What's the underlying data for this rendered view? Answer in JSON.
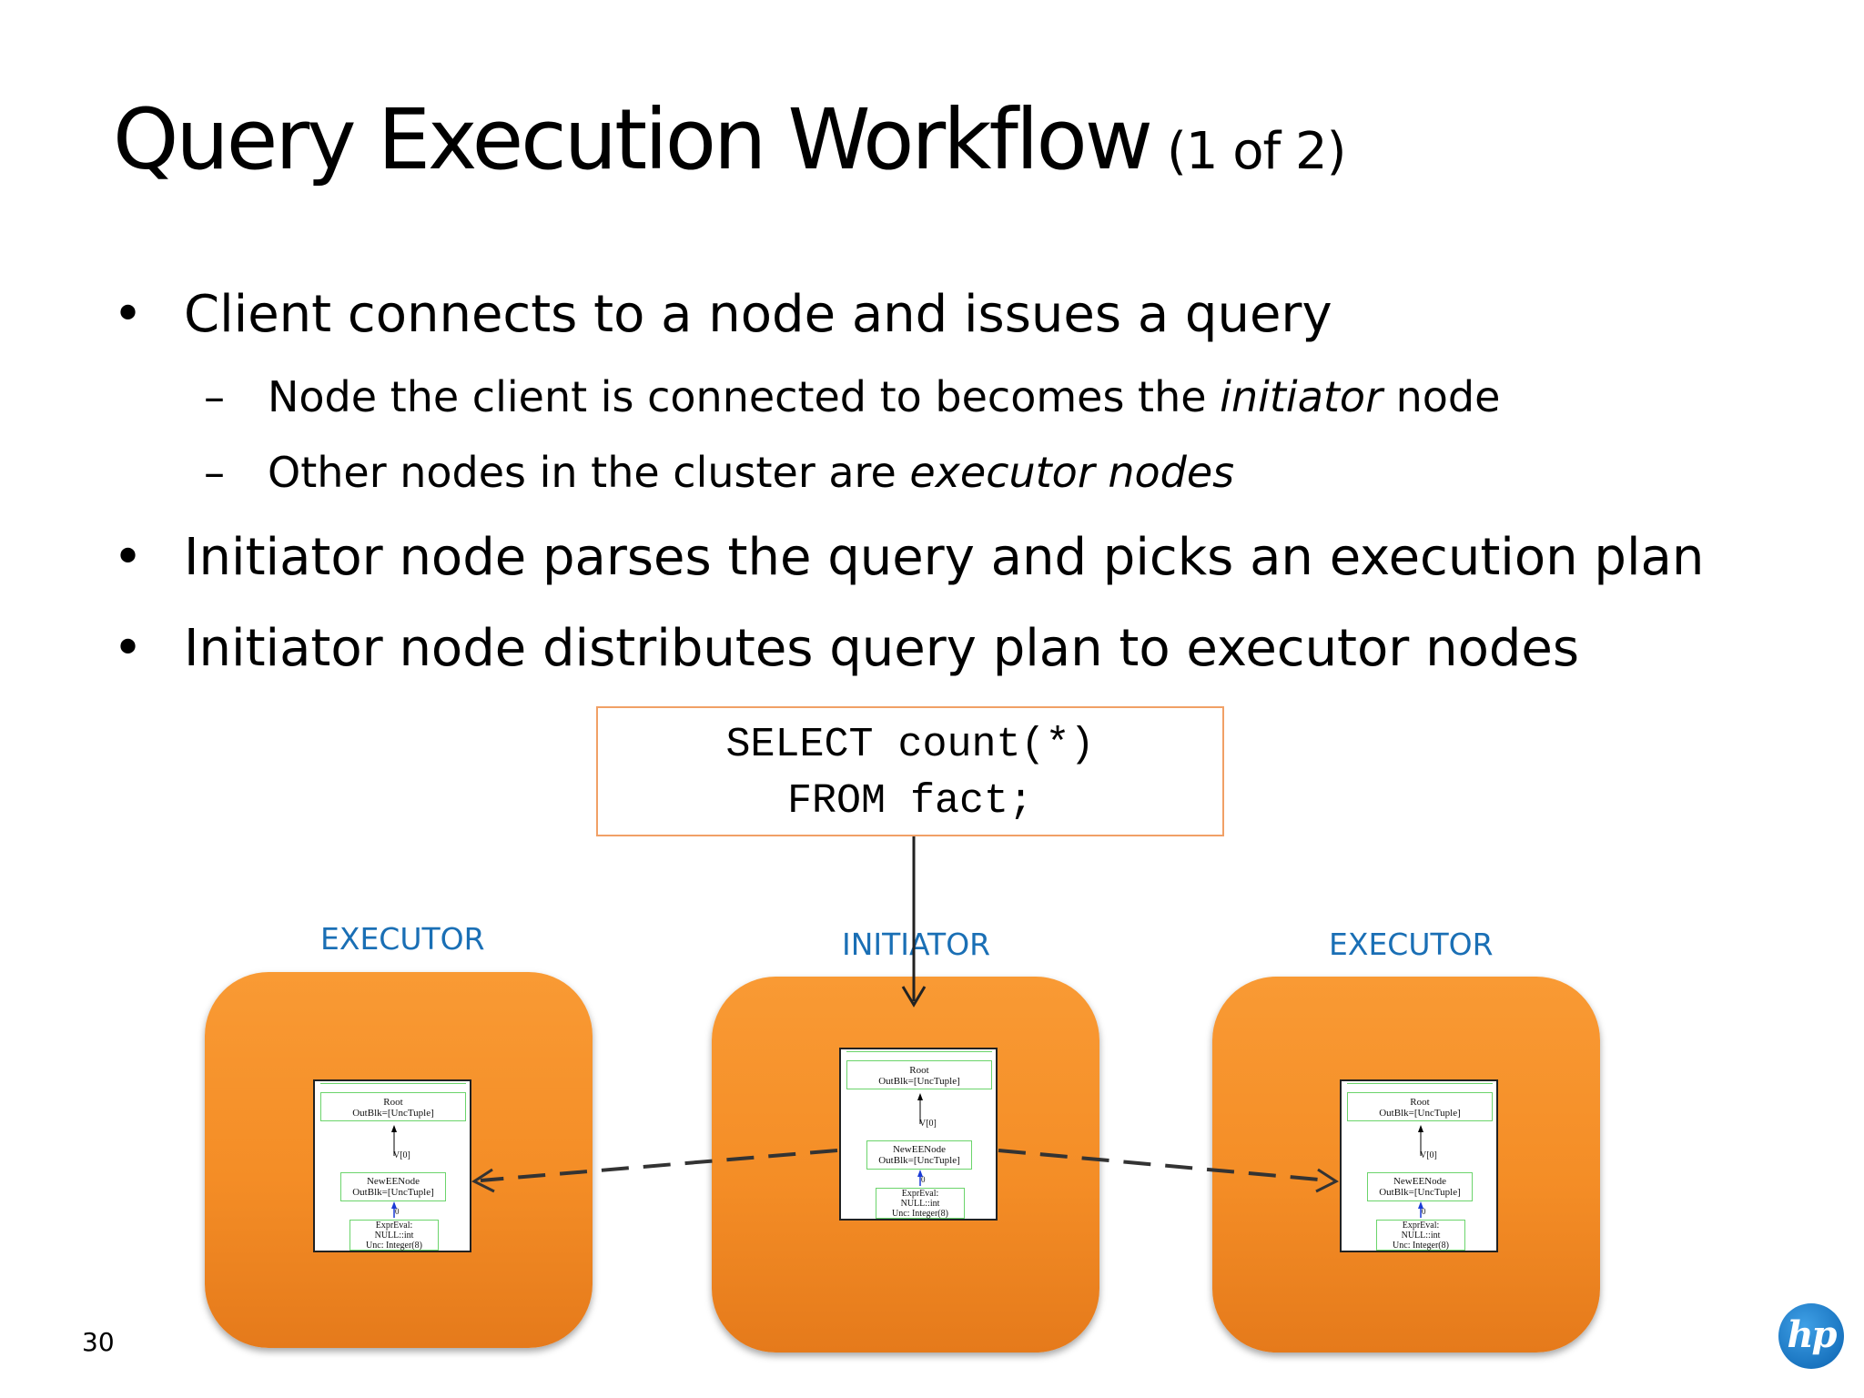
{
  "slide": {
    "title": "Query Execution Workflow",
    "title_suffix": "(1 of 2)",
    "page_number": "30"
  },
  "bullets": [
    {
      "level": 1,
      "mark": "•",
      "text": "Client connects to a node and issues a query"
    },
    {
      "level": 2,
      "mark": "–",
      "text_before": "Node the client is connected to becomes the ",
      "emphasis": "initiator",
      "text_after": " node"
    },
    {
      "level": 2,
      "mark": "–",
      "text_before": "Other nodes in the cluster are ",
      "emphasis": "executor nodes",
      "text_after": ""
    },
    {
      "level": 1,
      "mark": "•",
      "text": "Initiator node parses the query and picks an execution plan"
    },
    {
      "level": 1,
      "mark": "•",
      "text": "Initiator node distributes query plan to executor nodes"
    }
  ],
  "diagram": {
    "query_lines": [
      "SELECT count(*)",
      "FROM fact;"
    ],
    "nodes": [
      {
        "role": "EXECUTOR"
      },
      {
        "role": "INITIATOR"
      },
      {
        "role": "EXECUTOR"
      }
    ],
    "plan": {
      "root_line1": "Root",
      "root_line2": "OutBlk=[UncTuple]",
      "edge1": "V[0]",
      "fe_line1": "NewEENode",
      "fe_line2": "OutBlk=[UncTuple]",
      "edge2": "0",
      "ex_line1": "ExprEval:",
      "ex_line2": "NULL::int",
      "ex_line3": "Unc: Integer(8)"
    }
  },
  "colors": {
    "node_orange": "#f48d26",
    "role_blue": "#1a6fb5",
    "query_border": "#f1a066"
  },
  "logo_text": "hp"
}
